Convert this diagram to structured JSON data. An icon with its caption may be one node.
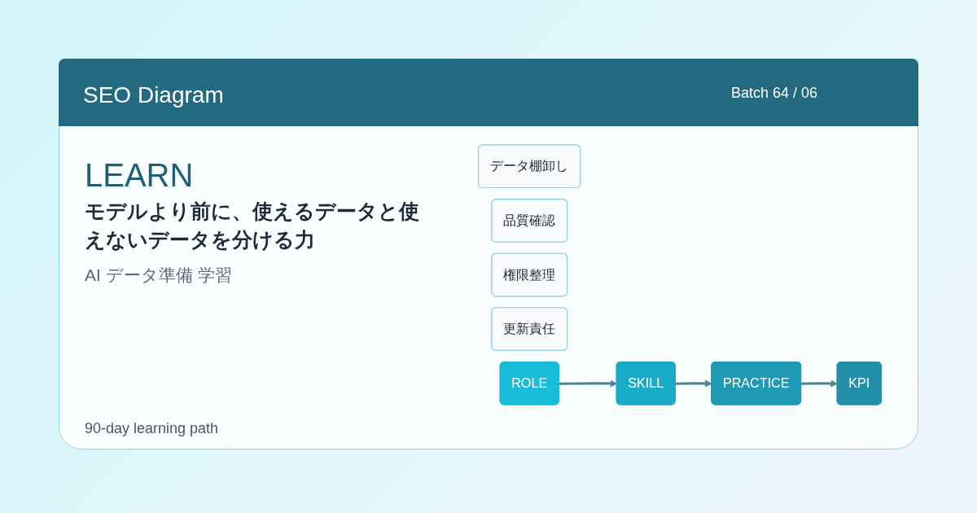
{
  "diagram": {
    "title": "SEO Diagram",
    "nodes": [
      {
        "text": [
          "データ棚卸し"
        ]
      },
      {
        "text": [
          "品質確認"
        ]
      },
      {
        "text": [
          "権限整理"
        ]
      },
      {
        "text": [
          "更新責任"
        ]
      },
      {
        "text": [
          "ROLE"
        ]
      },
      {
        "text": [
          "SKILL"
        ]
      },
      {
        "text": [
          "PRACTICE"
        ]
      },
      {
        "text": [
          "KPI"
        ]
      }
    ],
    "edges": [
      {
        "from": 4,
        "to": 5,
        "arrow": "to"
      },
      {
        "from": 5,
        "to": 6,
        "arrow": "to"
      },
      {
        "from": 6,
        "to": 7,
        "arrow": "to"
      }
    ],
    "labels": [
      "Batch 64 / 06",
      "LEARN",
      "モデルより前に、使えるデータと使えないデータを分ける力",
      "AI データ準備 学習"
    ],
    "caption": "90-day learning path"
  }
}
